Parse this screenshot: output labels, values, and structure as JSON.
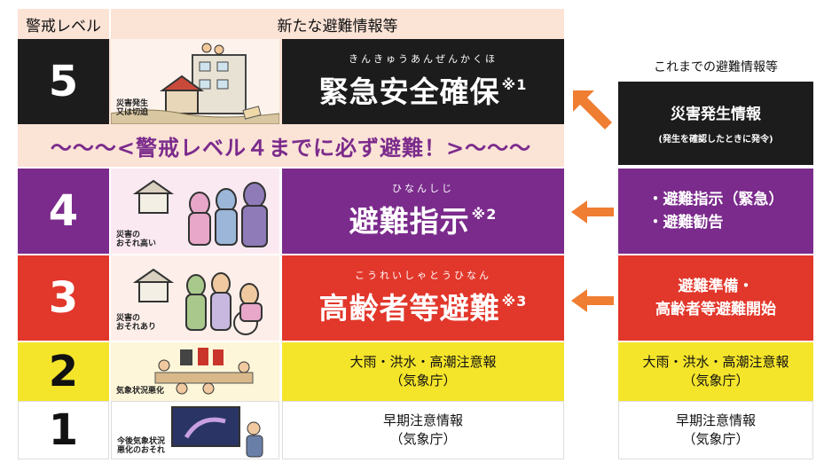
{
  "header": {
    "level_label": "警戒レベル",
    "new_info_label": "新たな避難情報等",
    "previous_info_label": "これまでの避難情報等"
  },
  "banner": "〜〜〜<警戒レベル４までに必ず避難！>〜〜〜",
  "levels": [
    {
      "level": "5",
      "caption1": "災害発生",
      "caption2": "又は切迫",
      "ruby": "きんきゅうあんぜんかくほ",
      "title": "緊急安全確保",
      "mark": "※1"
    },
    {
      "level": "4",
      "caption1": "災害の",
      "caption2": "おそれ高い",
      "ruby": "ひなんしじ",
      "title": "避難指示",
      "mark": "※2"
    },
    {
      "level": "3",
      "caption1": "災害の",
      "caption2": "おそれあり",
      "ruby": "こうれいしゃとうひなん",
      "title": "高齢者等避難",
      "mark": "※3"
    },
    {
      "level": "2",
      "caption1": "気象状況悪化",
      "line1": "大雨・洪水・高潮注意報",
      "line2": "（気象庁）"
    },
    {
      "level": "1",
      "caption1": "今後気象状況",
      "caption2": "悪化のおそれ",
      "line1": "早期注意情報",
      "line2": "（気象庁）"
    }
  ],
  "previous": {
    "disaster": {
      "title": "災害発生情報",
      "note": "(発生を確認したときに発令)"
    },
    "evac_order": {
      "line1": "・避難指示（緊急）",
      "line2": "・避難勧告"
    },
    "prep": {
      "line1": "避難準備・",
      "line2": "高齢者等避難開始"
    },
    "advisory": {
      "line1": "大雨・洪水・高潮注意報",
      "line2": "（気象庁）"
    },
    "early": {
      "line1": "早期注意情報",
      "line2": "（気象庁）"
    }
  },
  "colors": {
    "level5": "#1c1c1c",
    "level4": "#7b2b8c",
    "level3": "#e2372b",
    "level2": "#f5e52a",
    "level1": "#ffffff",
    "header_bg": "#fbe3d6",
    "arrow": "#ef7d32",
    "banner_text": "#7b2b8c"
  }
}
